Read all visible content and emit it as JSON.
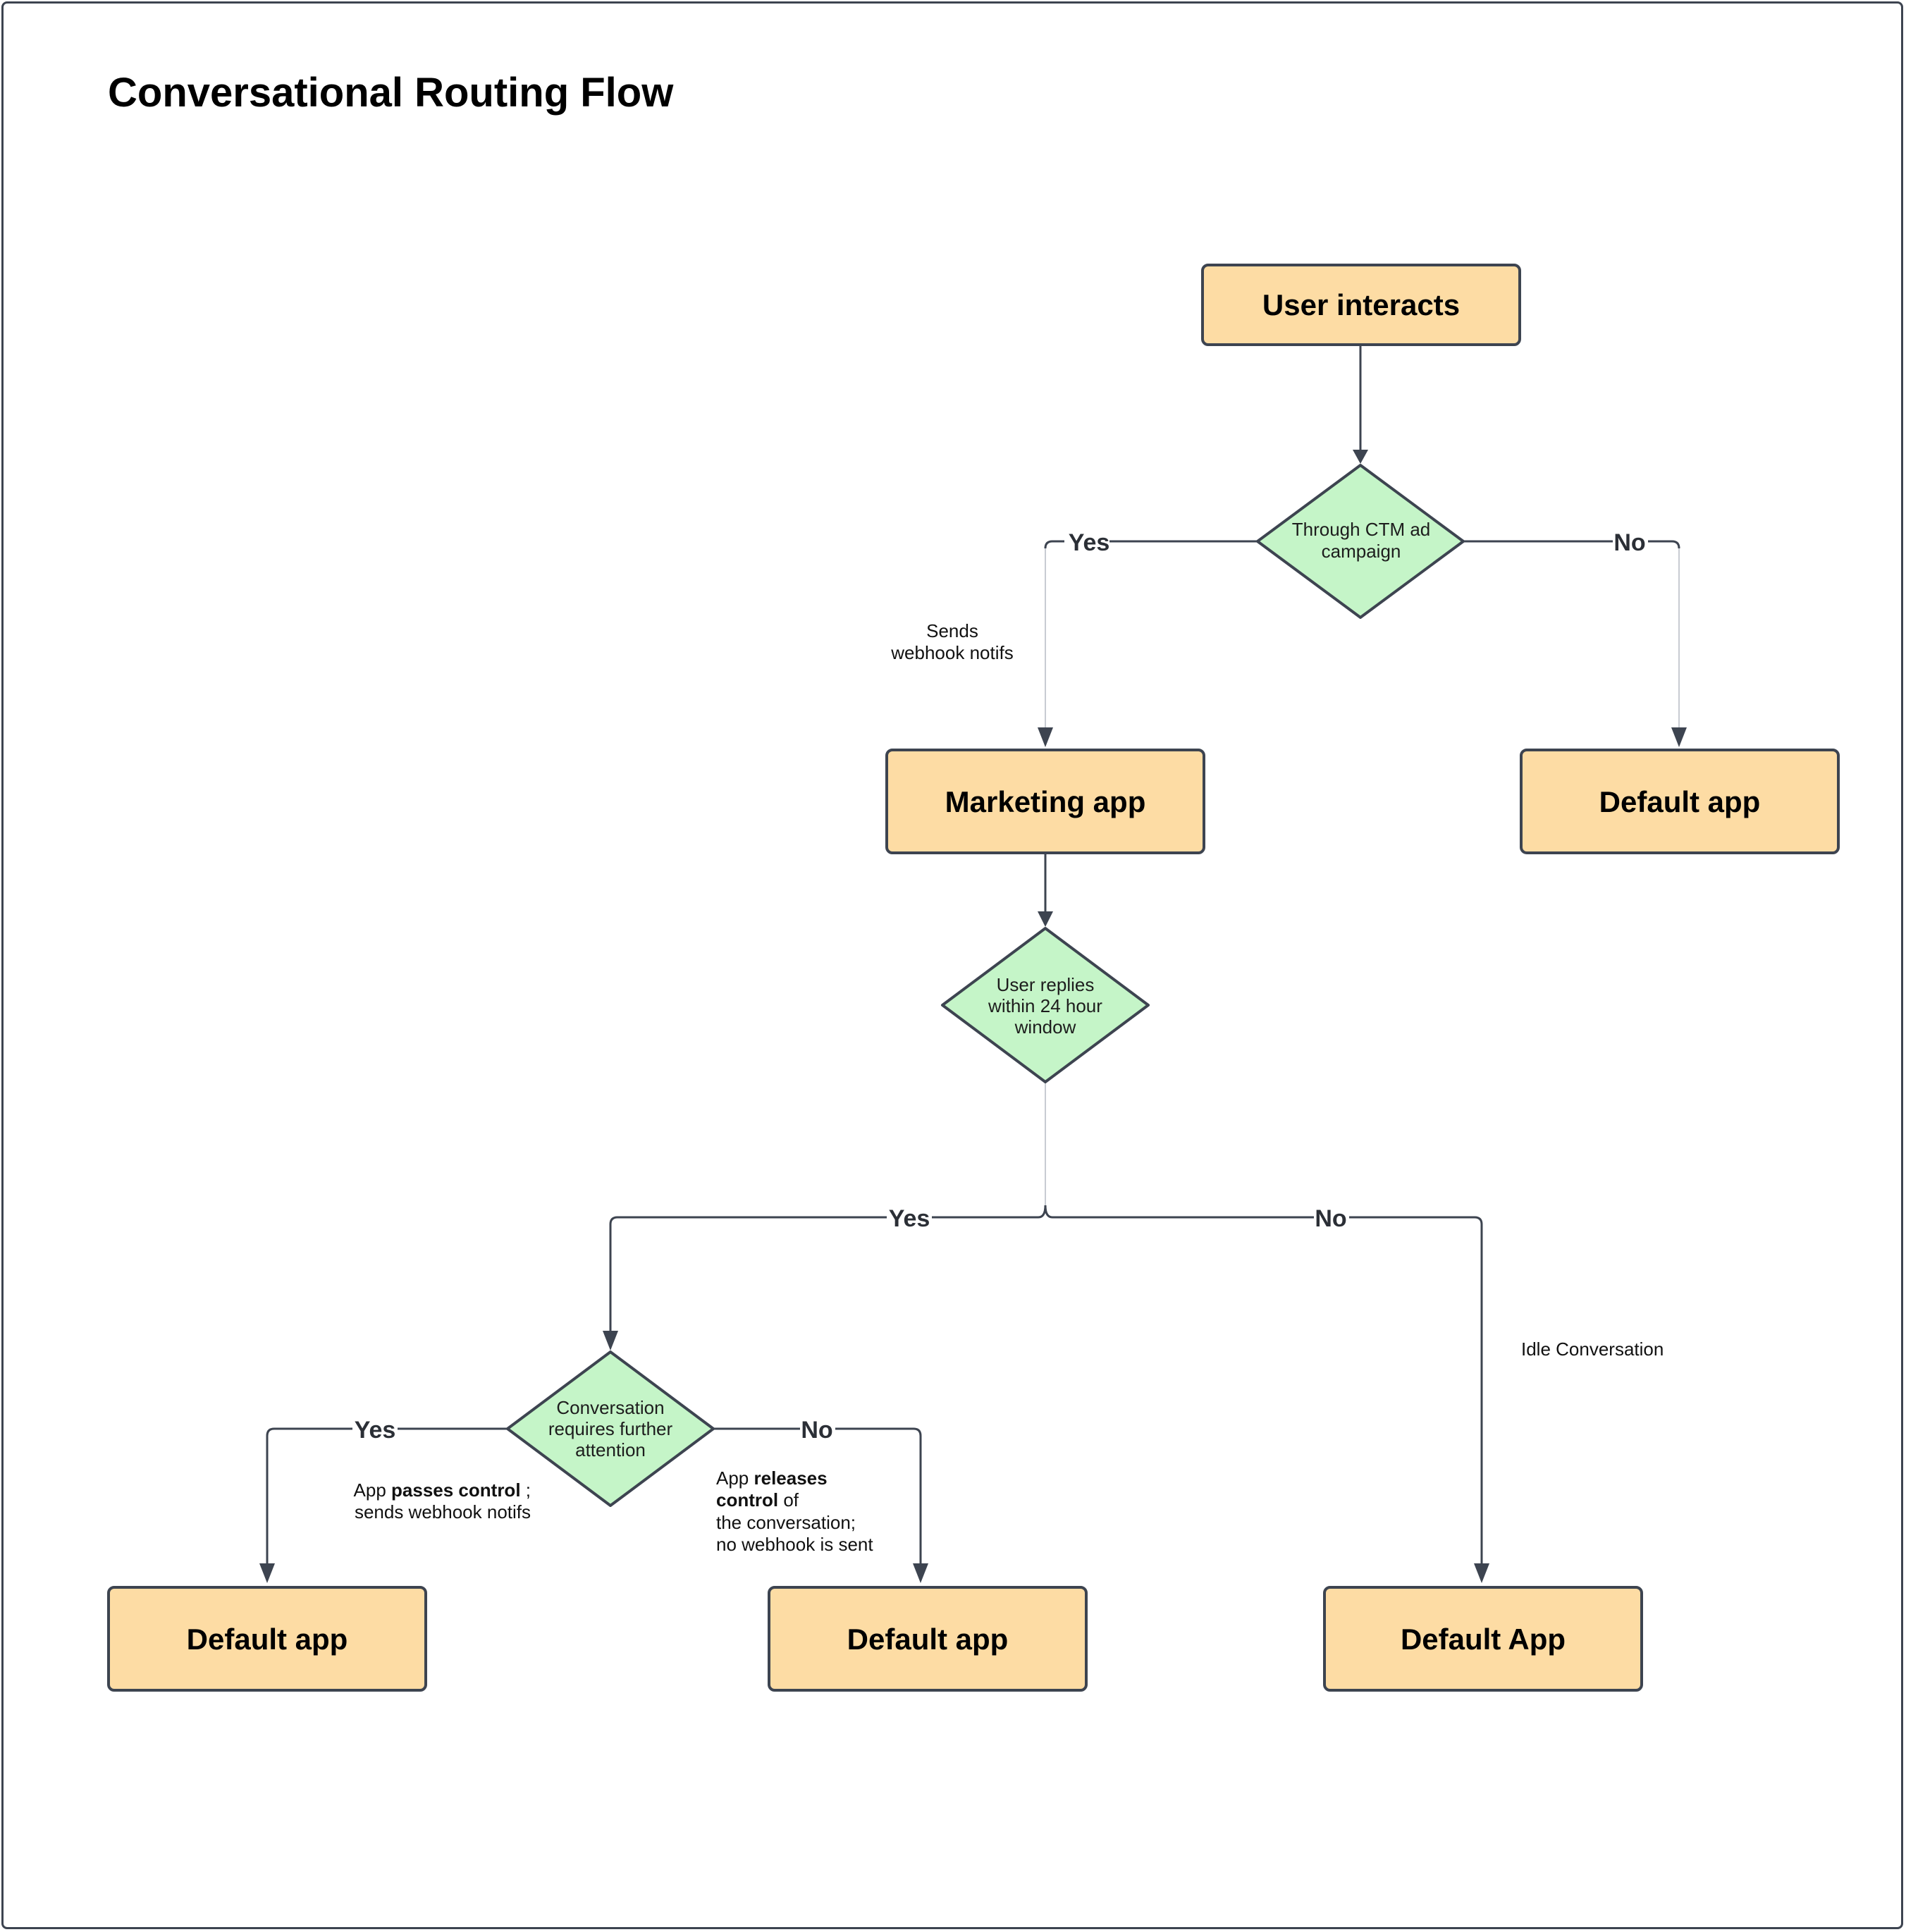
{
  "title": "Conversational Routing Flow",
  "nodes": {
    "user_interacts": "User interacts",
    "through_ctm": [
      "Through CTM ad",
      "campaign"
    ],
    "marketing_app": "Marketing app",
    "default_app_top": "Default app",
    "user_replies": [
      "User replies",
      "within 24 hour",
      "window"
    ],
    "requires_attention": [
      "Conversation",
      "requires further",
      "attention"
    ],
    "default_app_left": "Default app",
    "default_app_mid": "Default app",
    "default_app_right": "Default App"
  },
  "edge_labels": {
    "ctm_yes": "Yes",
    "ctm_no": "No",
    "replies_yes": "Yes",
    "replies_no": "No",
    "attention_yes": "Yes",
    "attention_no": "No"
  },
  "notes": {
    "sends_webhook": [
      "Sends",
      "webhook notifs"
    ],
    "idle": "Idle Conversation",
    "passes_control": {
      "l1_pre": "App ",
      "l1_bold": "passes control",
      "l1_post": " ;",
      "l2": "sends webhook notifs"
    },
    "releases_control": {
      "l1_pre": "App ",
      "l1_bold": "releases",
      "l2_bold": "control",
      "l2_post": " of",
      "l3": "the conversation;",
      "l4": "no webhook is sent"
    }
  },
  "colors": {
    "process_fill": "#fddca4",
    "decision_fill": "#c5f5c8",
    "stroke": "#3d4450"
  }
}
